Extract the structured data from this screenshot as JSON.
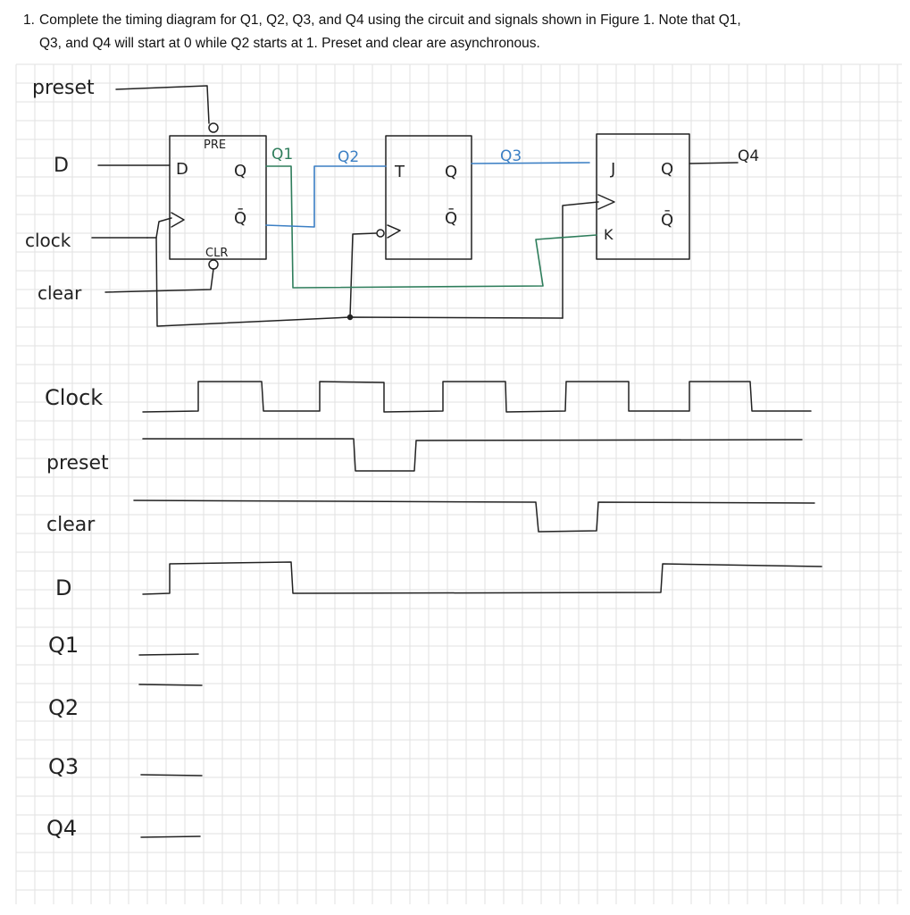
{
  "question": {
    "number": "1.",
    "line1": "Complete the timing diagram for Q1, Q2, Q3, and Q4 using the circuit and signals shown in Figure 1.  Note that Q1,",
    "line2": "Q3, and Q4 will start at 0 while Q2 starts at 1.  Preset and clear are asynchronous."
  },
  "circuit": {
    "inputs": {
      "preset": "preset",
      "d": "D",
      "clock": "clock",
      "clear": "clear"
    },
    "dff": {
      "pre": "PRE",
      "d": "D",
      "q": "Q",
      "qbar": "Q̄",
      "clr": "CLR"
    },
    "tff": {
      "t": "T",
      "q": "Q",
      "qbar": "Q̄"
    },
    "jkff": {
      "j": "J",
      "k": "K",
      "q": "Q",
      "qbar": "Q̄"
    },
    "wire_labels": {
      "q1": "Q1",
      "q2": "Q2",
      "q3": "Q3",
      "q4": "Q4"
    },
    "colors": {
      "ink": "#222222",
      "q1_wire": "#2e7d5b",
      "q2_wire": "#3b7fc4",
      "q3_wire": "#3b7fc4"
    }
  },
  "timing": {
    "labels": {
      "clock": "Clock",
      "preset": "preset",
      "clear": "clear",
      "d": "D",
      "q1": "Q1",
      "q2": "Q2",
      "q3": "Q3",
      "q4": "Q4"
    }
  }
}
